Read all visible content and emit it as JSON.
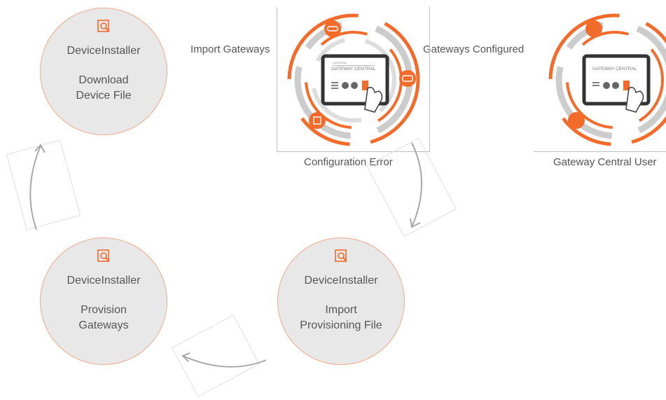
{
  "colors": {
    "accent": "#f26b2a",
    "circle_fill": "#e8e8e8",
    "circle_border": "#f0a98a",
    "arrow": "#a8a8a8",
    "ring_gray": "#c8c8c8"
  },
  "steps": [
    {
      "icon": "magnifier-document-icon",
      "title": "DeviceInstaller",
      "desc_line1": "Download",
      "desc_line2": "Device File"
    },
    {
      "icon": "magnifier-document-icon",
      "title": "DeviceInstaller",
      "desc_line1": "Provision",
      "desc_line2": "Gateways"
    },
    {
      "icon": "magnifier-document-icon",
      "title": "DeviceInstaller",
      "desc_line1": "Import",
      "desc_line2": "Provisioning File"
    }
  ],
  "labels": {
    "import_gateways": "Import Gateways",
    "gateways_configured": "Gateways Configured",
    "configuration_error": "Configuration Error",
    "gateway_central_user": "Gateway Central User"
  },
  "screen": {
    "logo_small": "LANTRONIX",
    "logo_title": "GATEWAY CENTRAL"
  }
}
